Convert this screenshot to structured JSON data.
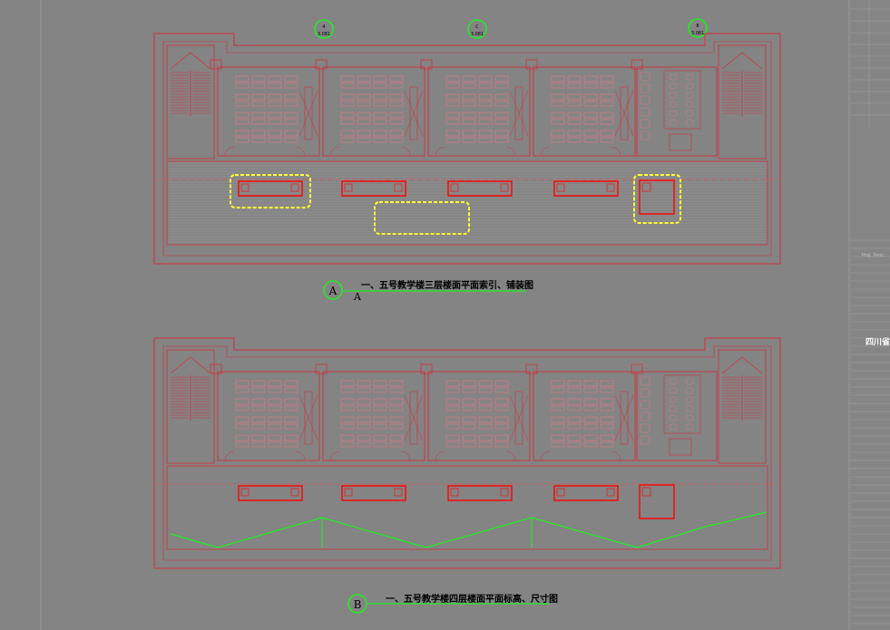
{
  "drawing": {
    "colors": {
      "background": "#848484",
      "wall": "#d0303a",
      "highlight": "#ffff33",
      "callout": "#22ee22",
      "marker": "#ff0000",
      "desk": "#e07a86",
      "hatch": "#9a9a9a"
    },
    "grid_axes": [
      {
        "label": "4",
        "sub": "3.081"
      },
      {
        "label": "C",
        "sub": "3.081"
      },
      {
        "label": "8",
        "sub": "3.081"
      }
    ],
    "plan_a": {
      "callout_letter": "A",
      "callout_sub": "A",
      "title": "一、五号教学楼三层楼面平面索引、铺装图"
    },
    "plan_b": {
      "callout_letter": "B",
      "title": "一、五号教学楼四层楼面平面标高、尺寸图"
    },
    "title_block": {
      "logo_text": "四川省",
      "side_note": "Proj. Desc."
    }
  }
}
